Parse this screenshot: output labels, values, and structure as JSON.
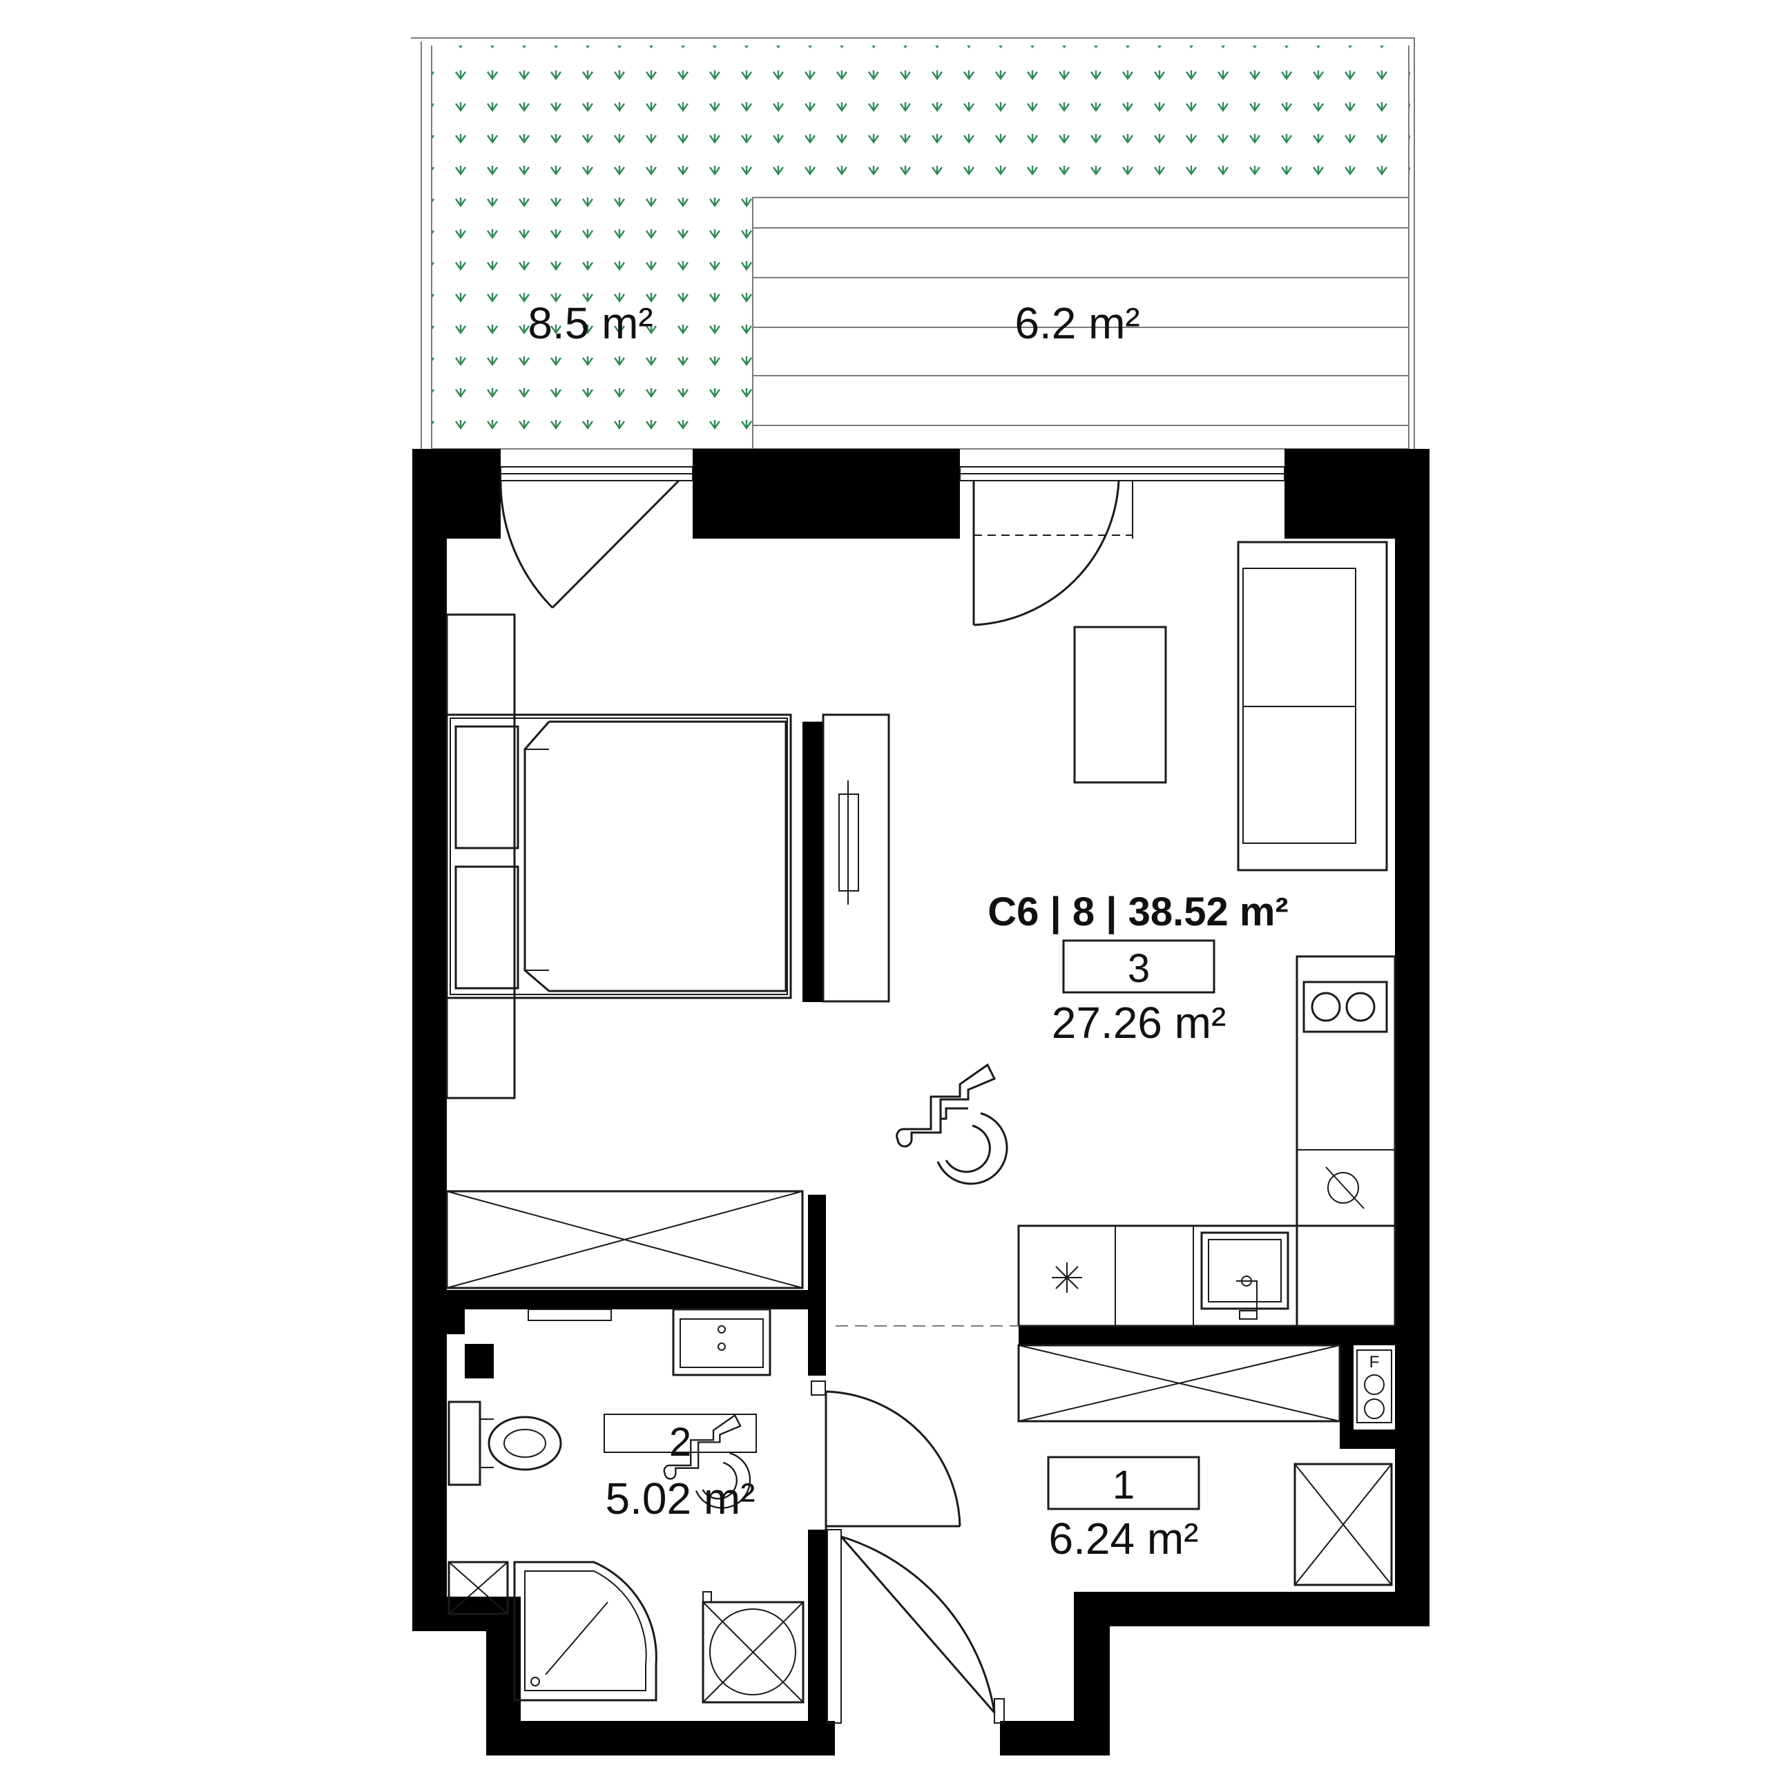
{
  "plan": {
    "title": "C6 | 8 | 38.52 m²",
    "garden_area": "8.5 m²",
    "terrace_area": "6.2 m²",
    "rooms": [
      {
        "number": "3",
        "area": "27.26 m²"
      },
      {
        "number": "2",
        "area": "5.02 m²"
      },
      {
        "number": "1",
        "area": "6.24 m²"
      }
    ],
    "fridge_marker": "F"
  },
  "colors": {
    "walls": "#000000",
    "lines": "#1a1a1a",
    "grass": "#2e8b57"
  },
  "icons": [
    "grass-pattern-icon",
    "accessibility-icon",
    "star-icon"
  ]
}
